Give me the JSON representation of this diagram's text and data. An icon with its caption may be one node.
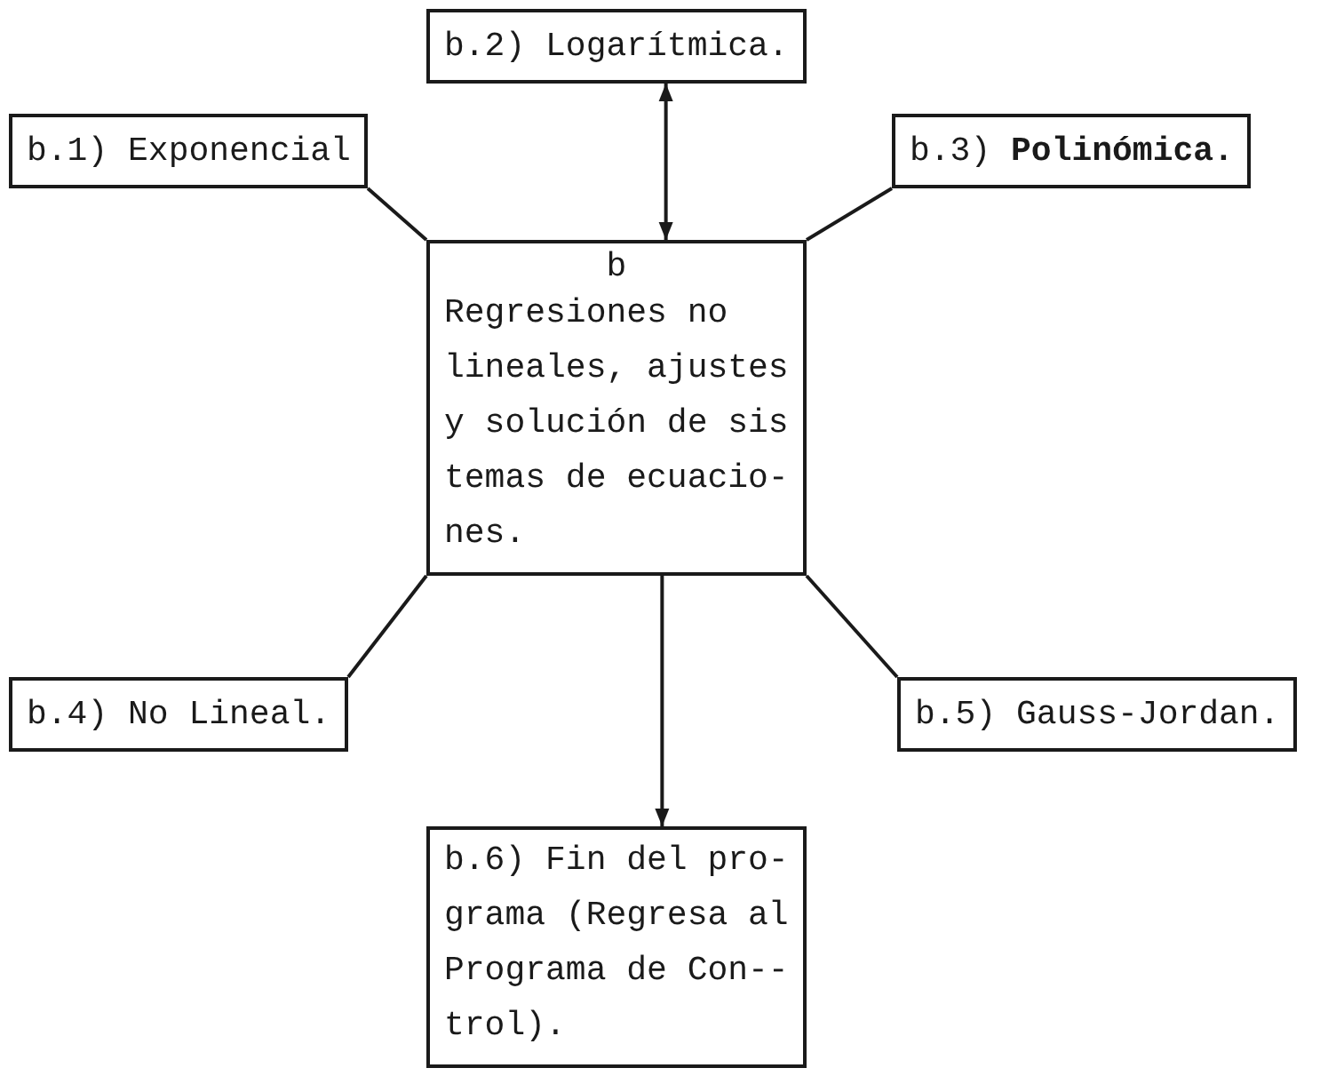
{
  "diagram": {
    "nodes": [
      {
        "text": [
          "b.2) Logarítmica."
        ]
      },
      {
        "text": [
          "b.1) Exponencial"
        ]
      },
      {
        "text": [
          "b.3) **Polinómica.**"
        ]
      },
      {
        "text": [
          "b",
          "Regresiones no lineales, ajustes y solución de sis temas de ecuacio- nes."
        ]
      },
      {
        "text": [
          "b.4) No Lineal."
        ]
      },
      {
        "text": [
          "b.5) Gauss-Jordan."
        ]
      },
      {
        "text": [
          "b.6) Fin del pro- grama (Regresa al Programa de Con-- trol)."
        ]
      }
    ],
    "edges": [
      {
        "from": 3,
        "to": 0,
        "arrow": "both"
      },
      {
        "from": 3,
        "to": 1,
        "arrow": "none"
      },
      {
        "from": 3,
        "to": 2,
        "arrow": "none"
      },
      {
        "from": 3,
        "to": 4,
        "arrow": "none"
      },
      {
        "from": 3,
        "to": 5,
        "arrow": "none"
      },
      {
        "from": 3,
        "to": 6,
        "arrow": "to"
      }
    ]
  }
}
